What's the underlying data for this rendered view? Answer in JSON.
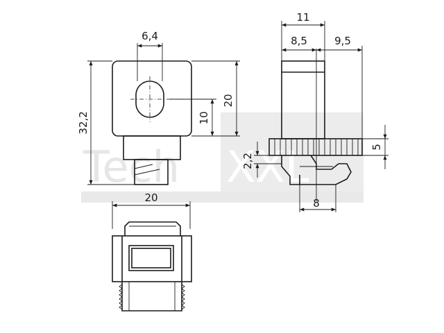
{
  "watermark": {
    "word_left": "Tech",
    "word_right": "XXL",
    "color": "#e0e0e0"
  },
  "dimensions": {
    "slot_width": "6,4",
    "total_height": "32,2",
    "body_height": "20",
    "slot_center_height": "10",
    "front_width": "20",
    "side_total_width": "11",
    "side_left_width": "8,5",
    "side_right_width": "9,5",
    "flange_thickness": "5",
    "nut_offset": "2,2",
    "nut_width": "8"
  },
  "colors": {
    "line": "#1a1a1a",
    "watermark_band": "#e9e9e9"
  }
}
